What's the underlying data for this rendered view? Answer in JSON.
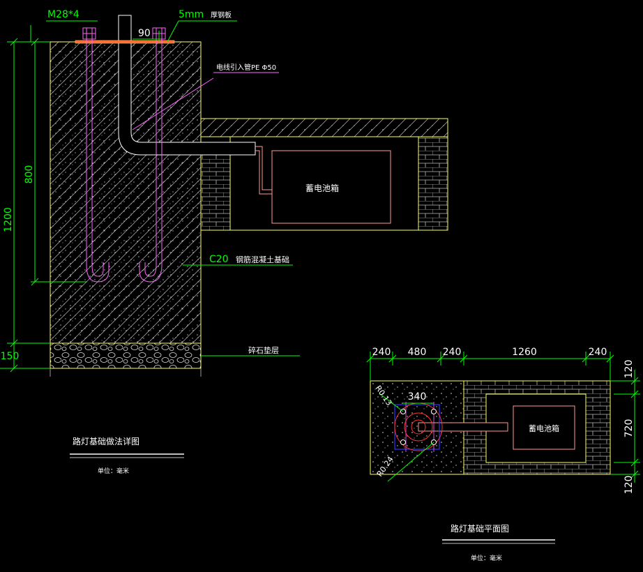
{
  "colors": {
    "background": "#000000",
    "outline": "#ffff66",
    "dimension": "#00ff00",
    "bolt": "#ff66ff",
    "conduit": "#ff9999",
    "annotation": "#ffffff",
    "hatch": "#cccccc",
    "plate": "#ff6633",
    "anchor_box": "#3333ff",
    "flange": "#ff3333"
  },
  "section": {
    "label_bolt": "M28*4",
    "label_plate_size": "5mm",
    "label_plate": "厚钢板",
    "dim_90": "90",
    "label_pipe": "电线引入管PE Φ50",
    "dim_1200": "1200",
    "dim_800": "800",
    "dim_150": "150",
    "label_concrete_code": "C20",
    "label_concrete": "钢筋混凝土基础",
    "label_gravel": "碎石垫层",
    "battery_box": "蓄电池箱",
    "title": "路灯基础做法详图",
    "unit": "单位：毫米"
  },
  "plan": {
    "dims_top": [
      "240",
      "480",
      "240",
      "1260",
      "240"
    ],
    "dims_right": [
      "120",
      "720",
      "120"
    ],
    "dim_340": "340",
    "label_r13": "R0.13",
    "label_r24": "R0.24",
    "battery_box": "蓄电池箱",
    "title": "路灯基础平面图",
    "unit": "单位：毫米"
  }
}
